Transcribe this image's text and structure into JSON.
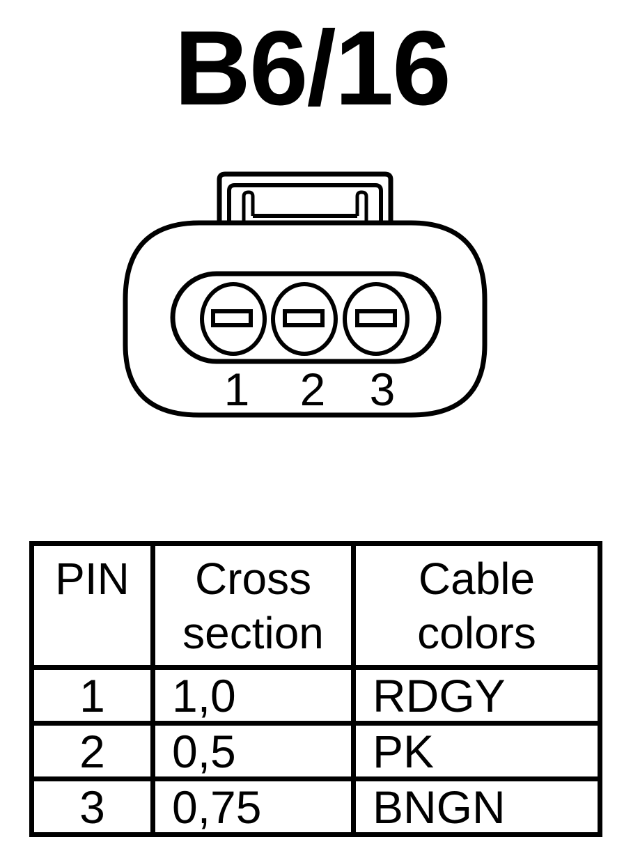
{
  "title": "B6/16",
  "connector": {
    "pin_labels": [
      "1",
      "2",
      "3"
    ]
  },
  "table": {
    "headers": {
      "pin": "PIN",
      "cross_section": [
        "Cross",
        "section"
      ],
      "cable_colors": [
        "Cable",
        "colors"
      ]
    },
    "rows": [
      {
        "pin": "1",
        "cross_section": "1,0",
        "cable_color": "RDGY"
      },
      {
        "pin": "2",
        "cross_section": "0,5",
        "cable_color": "PK"
      },
      {
        "pin": "3",
        "cross_section": "0,75",
        "cable_color": "BNGN"
      }
    ]
  }
}
